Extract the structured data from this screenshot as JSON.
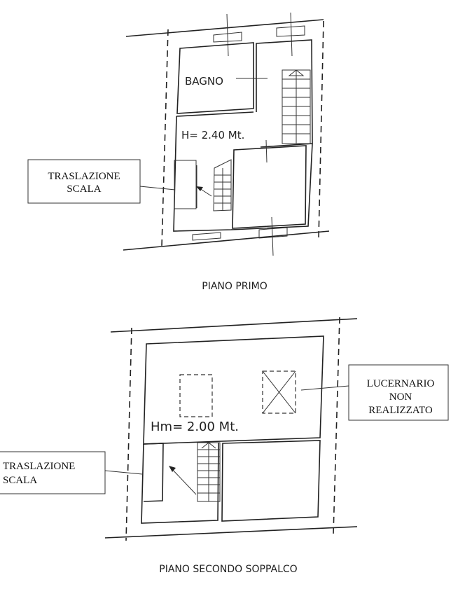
{
  "plan_primo": {
    "title": "PIANO PRIMO",
    "room_label": "BAGNO",
    "height_label": "H= 2.40 Mt.",
    "callout": [
      "TRASLAZIONE",
      "SCALA"
    ]
  },
  "plan_secondo": {
    "title": "PIANO SECONDO SOPPALCO",
    "height_label": "Hm= 2.00 Mt.",
    "callout_stair": [
      "TRASLAZIONE",
      "SCALA"
    ],
    "callout_skylight": [
      "LUCERNARIO",
      "NON",
      "REALIZZATO"
    ]
  }
}
